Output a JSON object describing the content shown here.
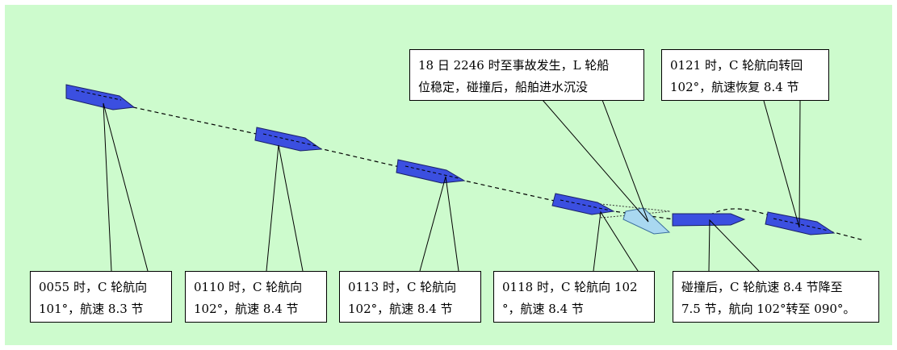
{
  "colors": {
    "background": "#cdfbcd",
    "ship_fill": "#3b4fe0",
    "ship_stroke": "#1a2066",
    "wreck_fill": "#a9d8f0",
    "wreck_stroke": "#3b6f9e",
    "track": "#000000"
  },
  "callouts": [
    {
      "id": "0055",
      "lines": [
        "0055 时，C 轮航向",
        "101°，航速 8.3 节"
      ]
    },
    {
      "id": "0110",
      "lines": [
        "0110 时，C 轮航向",
        "102°，航速 8.4 节"
      ]
    },
    {
      "id": "0113",
      "lines": [
        "0113 时，C 轮航向",
        "102°，航速 8.4 节"
      ]
    },
    {
      "id": "0118",
      "lines": [
        "0118 时，C 轮航向 102",
        "°，航速 8.4 节"
      ]
    },
    {
      "id": "collision",
      "lines": [
        "碰撞后，C 轮航速 8.4 节降至",
        "7.5 节，航向 102°转至 090°。"
      ]
    },
    {
      "id": "sinking",
      "lines": [
        "18 日 2246 时至事故发生，L 轮船",
        "位稳定，碰撞后，船舶进水沉没"
      ]
    },
    {
      "id": "0121",
      "lines": [
        "0121 时，C 轮航向转回",
        "102°，航速恢复 8.4 节"
      ]
    }
  ]
}
